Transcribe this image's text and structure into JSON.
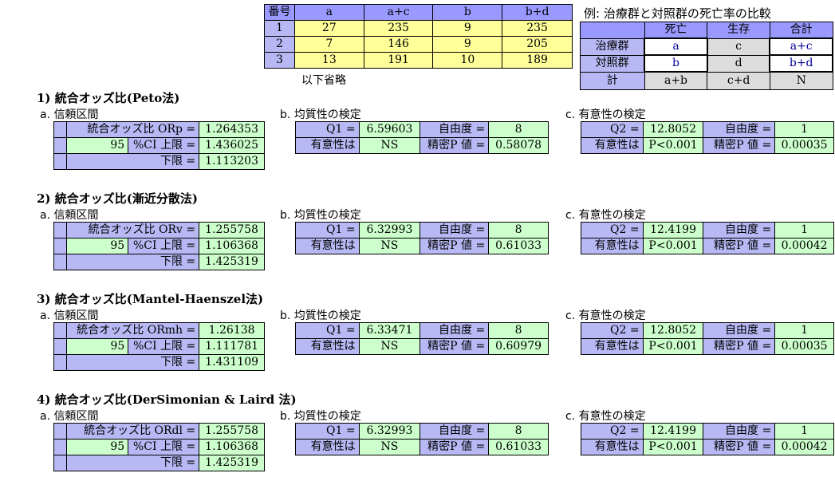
{
  "data_table": {
    "headers": [
      "番号",
      "a",
      "a+c",
      "b",
      "b+d"
    ],
    "rows": [
      [
        "1",
        "27",
        "235",
        "9",
        "235"
      ],
      [
        "2",
        "7",
        "146",
        "9",
        "205"
      ],
      [
        "3",
        "13",
        "191",
        "10",
        "189"
      ]
    ],
    "note": "以下省略"
  },
  "example": {
    "title": "例: 治療群と対照群の死亡率の比較",
    "col_headers": [
      "死亡",
      "生存",
      "合計"
    ],
    "rows": [
      {
        "label": "治療群",
        "cells": [
          "a",
          "c",
          "a+c"
        ]
      },
      {
        "label": "対照群",
        "cells": [
          "b",
          "d",
          "b+d"
        ]
      },
      {
        "label": "計",
        "cells": [
          "a+b",
          "c+d",
          "N"
        ]
      }
    ]
  },
  "labels": {
    "ci_section": "a.  信頼区間",
    "homogeneity_section": "b.  均質性の検定",
    "significance_section": "c.  有意性の検定",
    "ci_prefix": "95",
    "upper_label": "%CI 上限 =",
    "lower_label": "下限 =",
    "q1_label": "Q1 =",
    "q2_label": "Q2 =",
    "df_label": "自由度 =",
    "sig_label": "有意性は",
    "exactp_label": "精密P 値 ="
  },
  "sections": [
    {
      "title": "1)  統合オッズ比(Peto法)",
      "or_label": "統合オッズ比 ORp =",
      "or": "1.264353",
      "upper": "1.436025",
      "lower": "1.113203",
      "q1": "6.59603",
      "df1": "8",
      "sig1": "NS",
      "p1": "0.58078",
      "q2": "12.8052",
      "df2": "1",
      "sig2": "P<0.001",
      "p2": "0.00035"
    },
    {
      "title": "2)  統合オッズ比(漸近分散法)",
      "or_label": "統合オッズ比 ORv =",
      "or": "1.255758",
      "upper": "1.106368",
      "lower": "1.425319",
      "q1": "6.32993",
      "df1": "8",
      "sig1": "NS",
      "p1": "0.61033",
      "q2": "12.4199",
      "df2": "1",
      "sig2": "P<0.001",
      "p2": "0.00042"
    },
    {
      "title": "3)  統合オッズ比(Mantel-Haenszel法)",
      "or_label": "統合オッズ比 ORmh =",
      "or": "1.26138",
      "upper": "1.111781",
      "lower": "1.431109",
      "q1": "6.33471",
      "df1": "8",
      "sig1": "NS",
      "p1": "0.60979",
      "q2": "12.8052",
      "df2": "1",
      "sig2": "P<0.001",
      "p2": "0.00035"
    },
    {
      "title": "4)  統合オッズ比(DerSimonian & Laird 法)",
      "or_label": "統合オッズ比 ORdl =",
      "or": "1.255758",
      "upper": "1.106368",
      "lower": "1.425319",
      "q1": "6.32993",
      "df1": "8",
      "sig1": "NS",
      "p1": "0.61033",
      "q2": "12.4199",
      "df2": "1",
      "sig2": "P<0.001",
      "p2": "0.00042"
    }
  ]
}
